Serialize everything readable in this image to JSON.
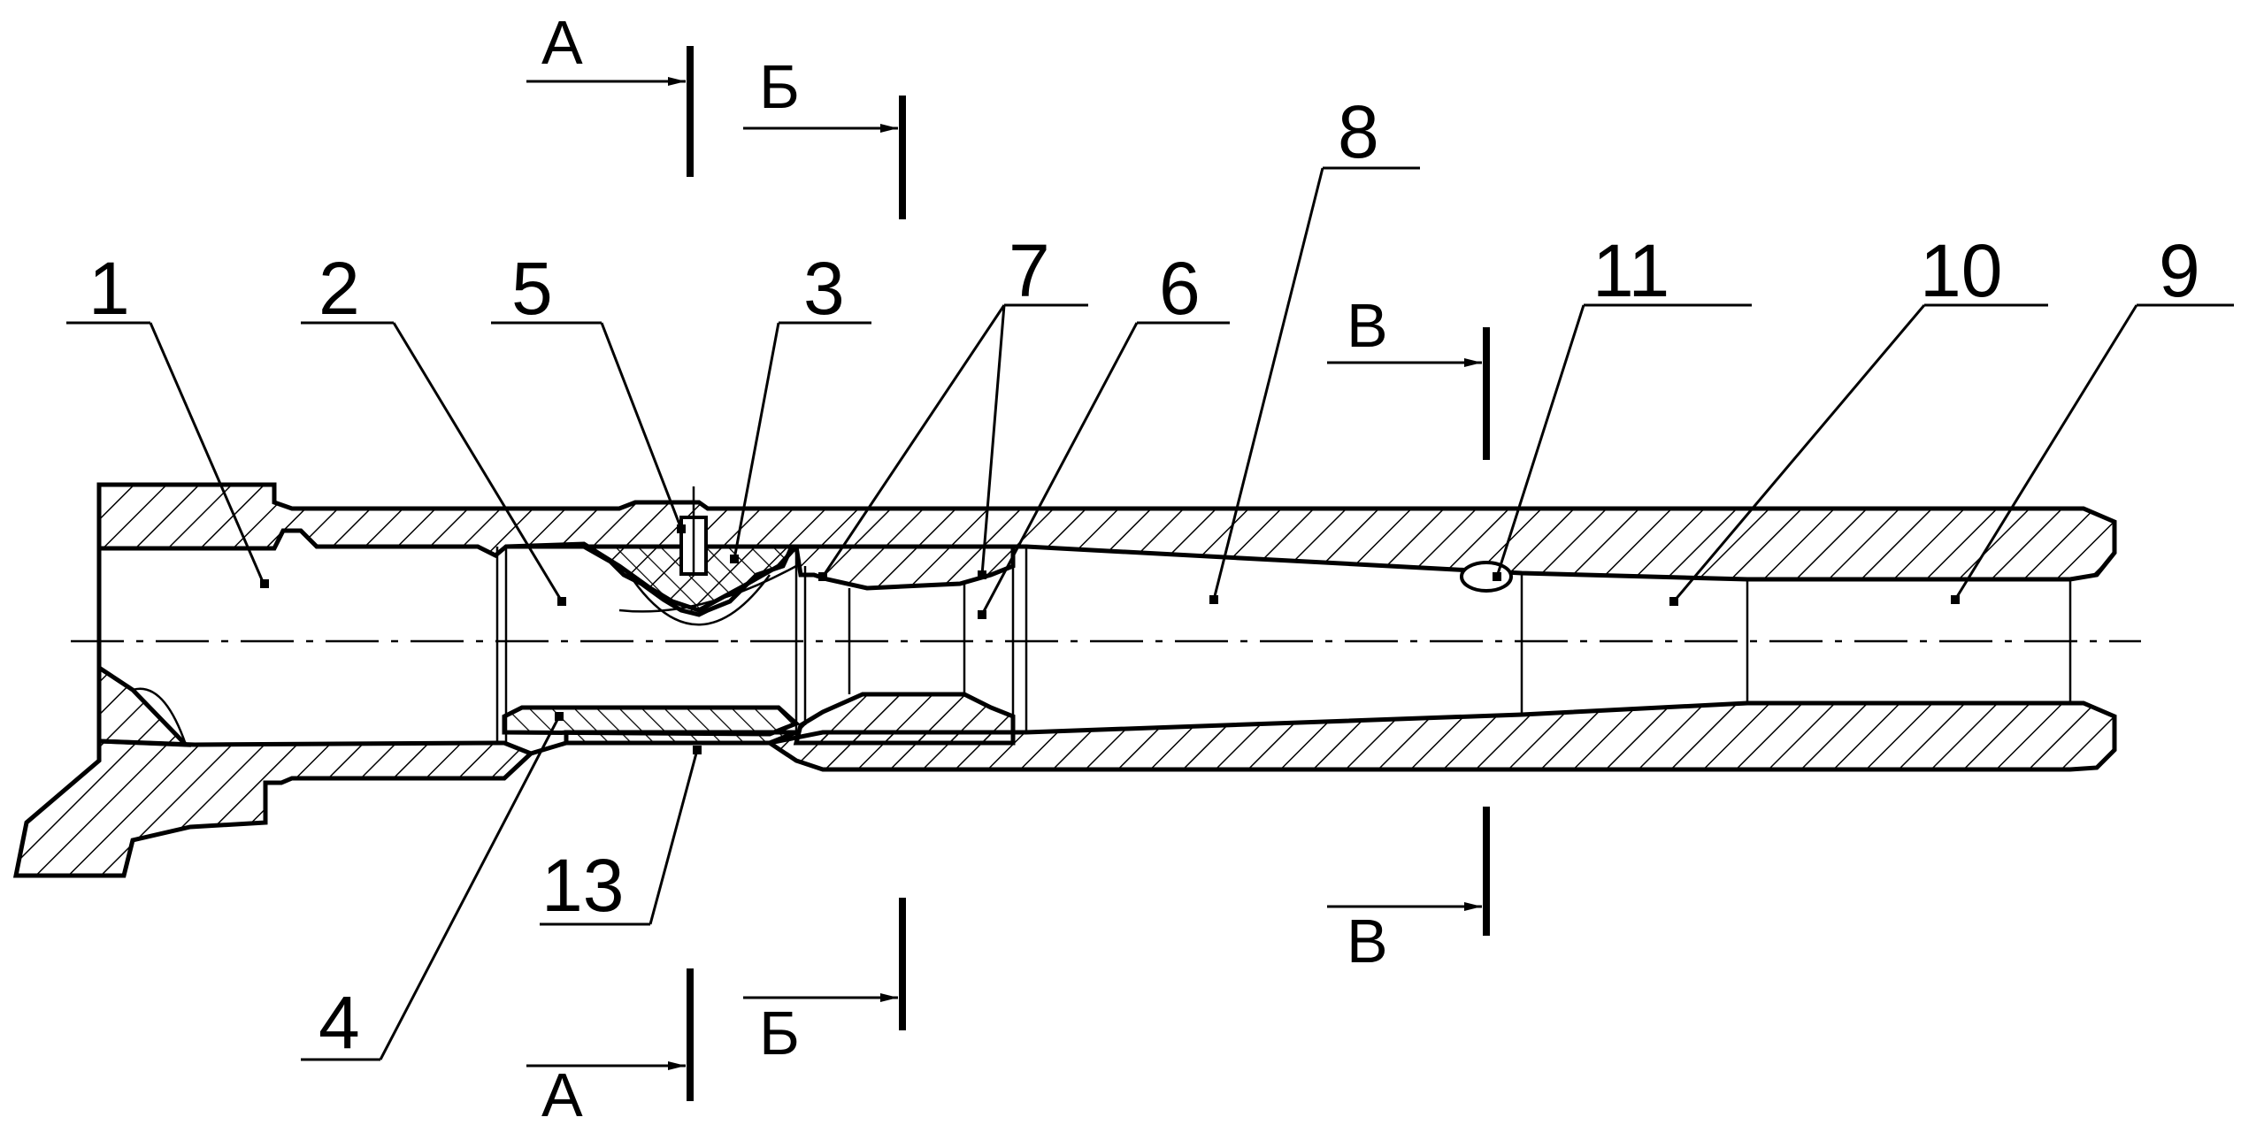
{
  "drawing": {
    "part_numbers": [
      "1",
      "2",
      "3",
      "4",
      "5",
      "6",
      "7",
      "8",
      "9",
      "10",
      "11",
      "13"
    ],
    "section_marks": {
      "A": "А",
      "B": "Б",
      "V": "В"
    }
  }
}
